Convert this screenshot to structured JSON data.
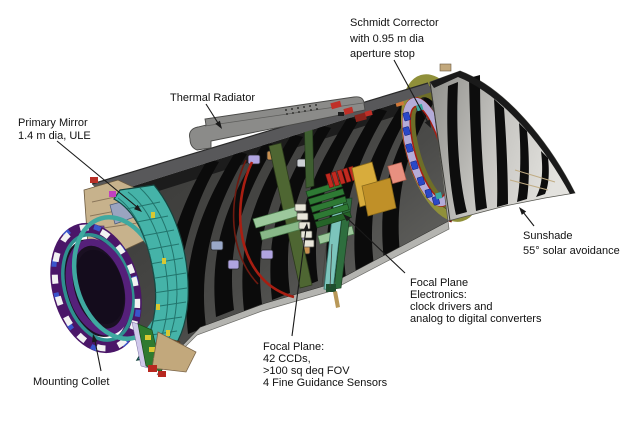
{
  "figure": {
    "description": "Cutaway CAD diagram of a space telescope photometer barrel with labeled components",
    "background": "#ffffff"
  },
  "labels": {
    "schmidt_corrector": {
      "lines": [
        "Schmidt Corrector",
        "with 0.95 m dia",
        "aperture stop"
      ]
    },
    "thermal_radiator": {
      "lines": [
        "Thermal Radiator"
      ]
    },
    "primary_mirror": {
      "lines": [
        "Primary Mirror",
        "1.4 m dia, ULE"
      ]
    },
    "sunshade": {
      "lines": [
        "Sunshade",
        "55° solar avoidance"
      ]
    },
    "focal_plane_electronics": {
      "lines": [
        "Focal Plane",
        "Electronics:",
        "clock drivers and",
        "analog to digital converters"
      ]
    },
    "focal_plane": {
      "lines": [
        "Focal Plane:",
        "42 CCDs,",
        ">100 sq deq FOV",
        "4 Fine Guidance Sensors"
      ]
    },
    "mounting_collet": {
      "lines": [
        "Mounting Collet"
      ]
    }
  },
  "colors": {
    "label_text": "#111111",
    "leader_line": "#1a1a1a",
    "barrel_shell_gray": "#58585a",
    "interior_dark": "#3a3a38",
    "baffle_black": "#0b0b0b",
    "bottom_band_gray": "#b4b4b0",
    "radiator_gray": "#8b8b89",
    "mirror_teal": "#45b3a8",
    "collet_purple": "#4a1668",
    "collet_clip_blue": "#3a55cc",
    "corrector_olive": "#8f8f35",
    "corrector_lavender": "#b4acd8",
    "ring_red": "#a81e12",
    "board_green": "#2e7a34",
    "fin_red": "#c22a20",
    "bracket_gold": "#d8ac3c",
    "strut_olive_green": "#4e6632",
    "strut_teal": "#7cc4bc",
    "structure_tan": "#c7b28c",
    "sunshade_light": "#d9d8d4",
    "sunshade_stripe": "#0d0d0d"
  }
}
